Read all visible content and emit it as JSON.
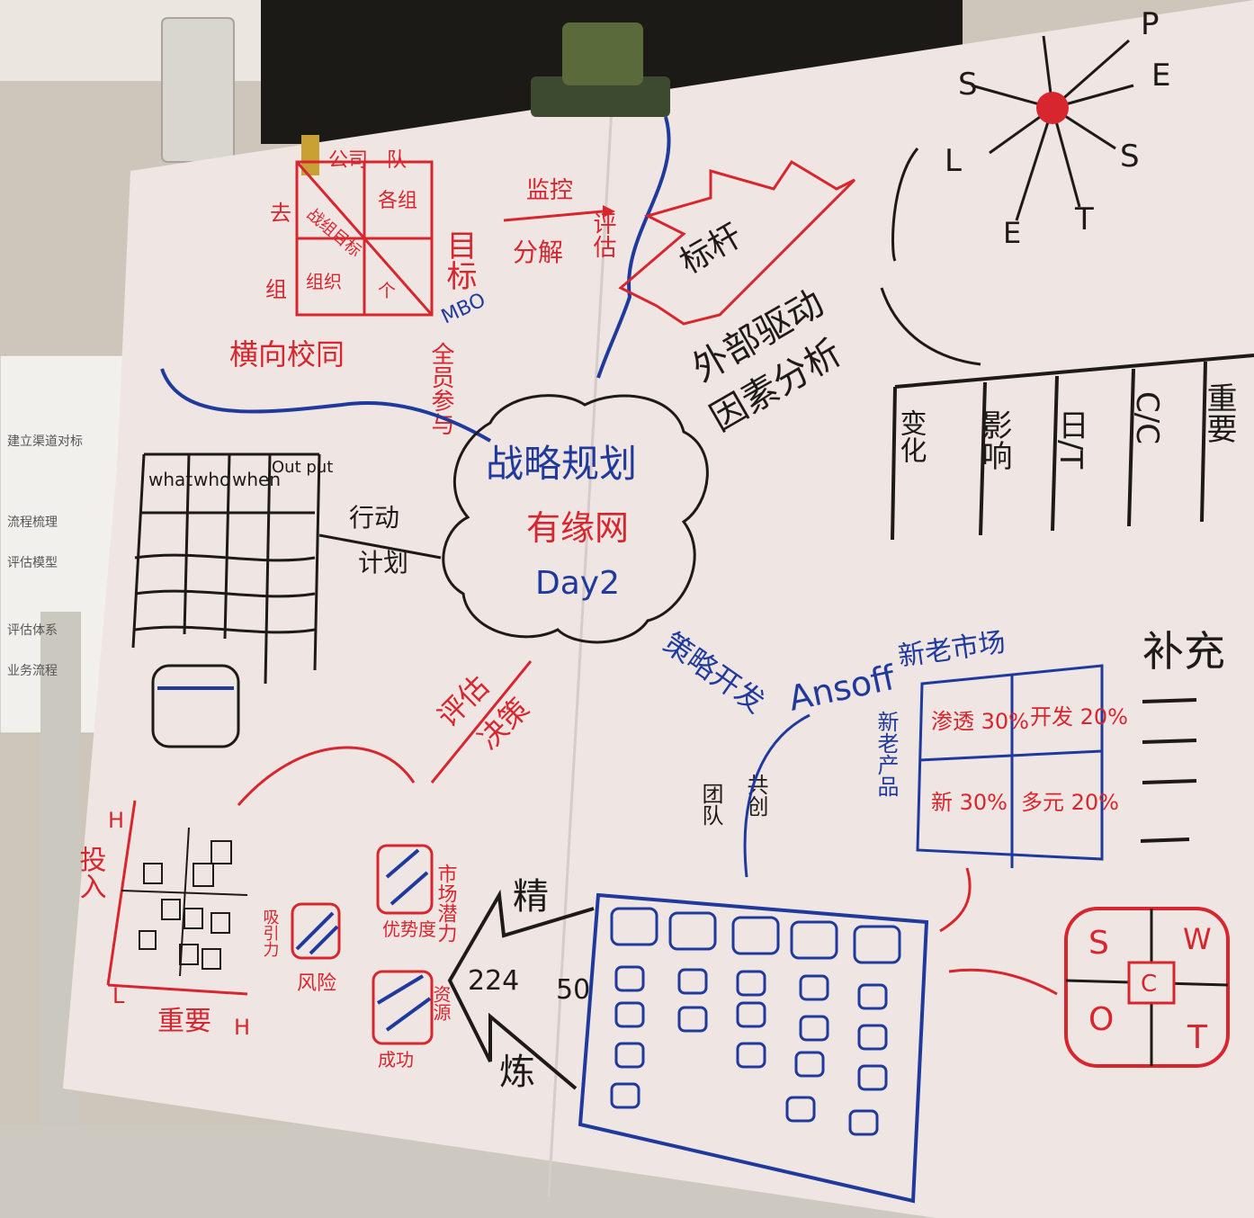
{
  "colors": {
    "red": "#d8262f",
    "blue": "#1f3a9c",
    "black": "#1e1a17",
    "paper": "#efe6e3",
    "wall": "#e4ded4"
  },
  "center": {
    "line1": "战略规划",
    "line2": "有缘网",
    "line3": "Day2"
  },
  "top_left": {
    "matrix_top_labels": [
      "公司",
      "队"
    ],
    "matrix_left_labels": [
      "去",
      "组"
    ],
    "matrix_inner": [
      "战组目标",
      "各组",
      "组织",
      "个"
    ],
    "left_note": "横向校同",
    "goal": "目标",
    "arrow_label": "监控",
    "target": "评估",
    "decompose": "分解",
    "mbo": "MBO",
    "mbo_sub": "全员参与"
  },
  "external": {
    "badge": "标杆",
    "title_line1": "外部驱动",
    "title_line2": "因素分析",
    "pestel": [
      "P",
      "E",
      "S",
      "T",
      "E",
      "L",
      "S"
    ],
    "table_headers": [
      "变化",
      "影响",
      "日/T",
      "C/C",
      "重要"
    ]
  },
  "action_plan": {
    "columns": [
      "what",
      "who",
      "when",
      "Out put"
    ],
    "label_line1": "行动",
    "label_line2": "计划"
  },
  "evaluate": {
    "line1": "评估",
    "line2": "决策"
  },
  "matrix_2x2": {
    "y_label": "投入",
    "x_label": "重要",
    "high": "H",
    "low": "L"
  },
  "risk": {
    "labels": [
      "吸引力",
      "风险",
      "市场潜力",
      "优势度",
      "资源",
      "成功"
    ]
  },
  "funnel": {
    "top": "精",
    "bottom": "炼",
    "left_num": "224",
    "right_num": "50"
  },
  "develop": {
    "title": "策略开发",
    "team_line1": "团队",
    "team_line2": "共创"
  },
  "ansoff": {
    "title": "Ansoff",
    "top_label": "新老市场",
    "side_label": "新老产品",
    "cells": [
      "渗透 30%",
      "开发 20%",
      "新 30%",
      "多元 20%"
    ]
  },
  "supplement": {
    "title": "补充"
  },
  "swot": {
    "s": "S",
    "w": "W",
    "o": "O",
    "t": "T",
    "c": "C"
  },
  "side_board": {
    "items": [
      "建立渠道对标",
      "流程梳理",
      "评估模型",
      "评估体系",
      "业务流程"
    ]
  }
}
